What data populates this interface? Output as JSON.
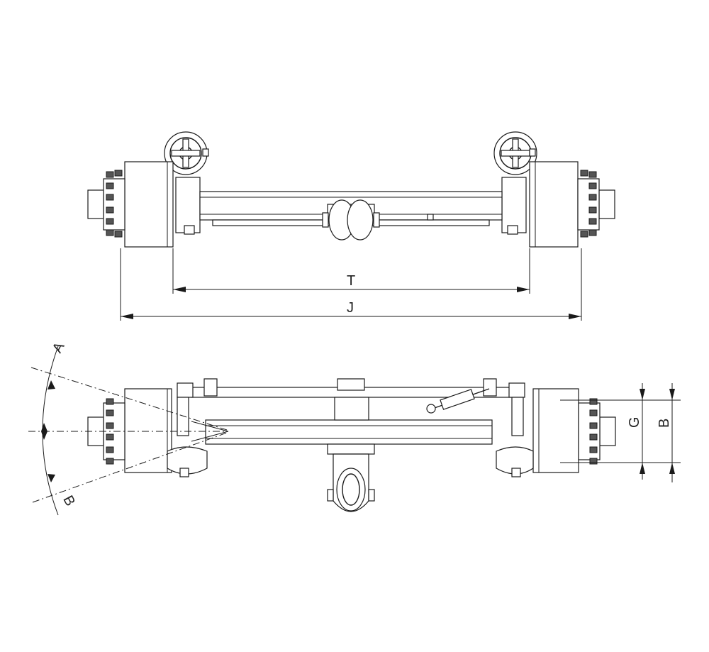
{
  "labels": {
    "track_width": "T",
    "overall_width": "J",
    "angle_a": "A",
    "angle_b": "B",
    "dim_g": "G",
    "dim_b": "B"
  },
  "colors": {
    "line": "#1a1a1a",
    "background": "#ffffff"
  }
}
